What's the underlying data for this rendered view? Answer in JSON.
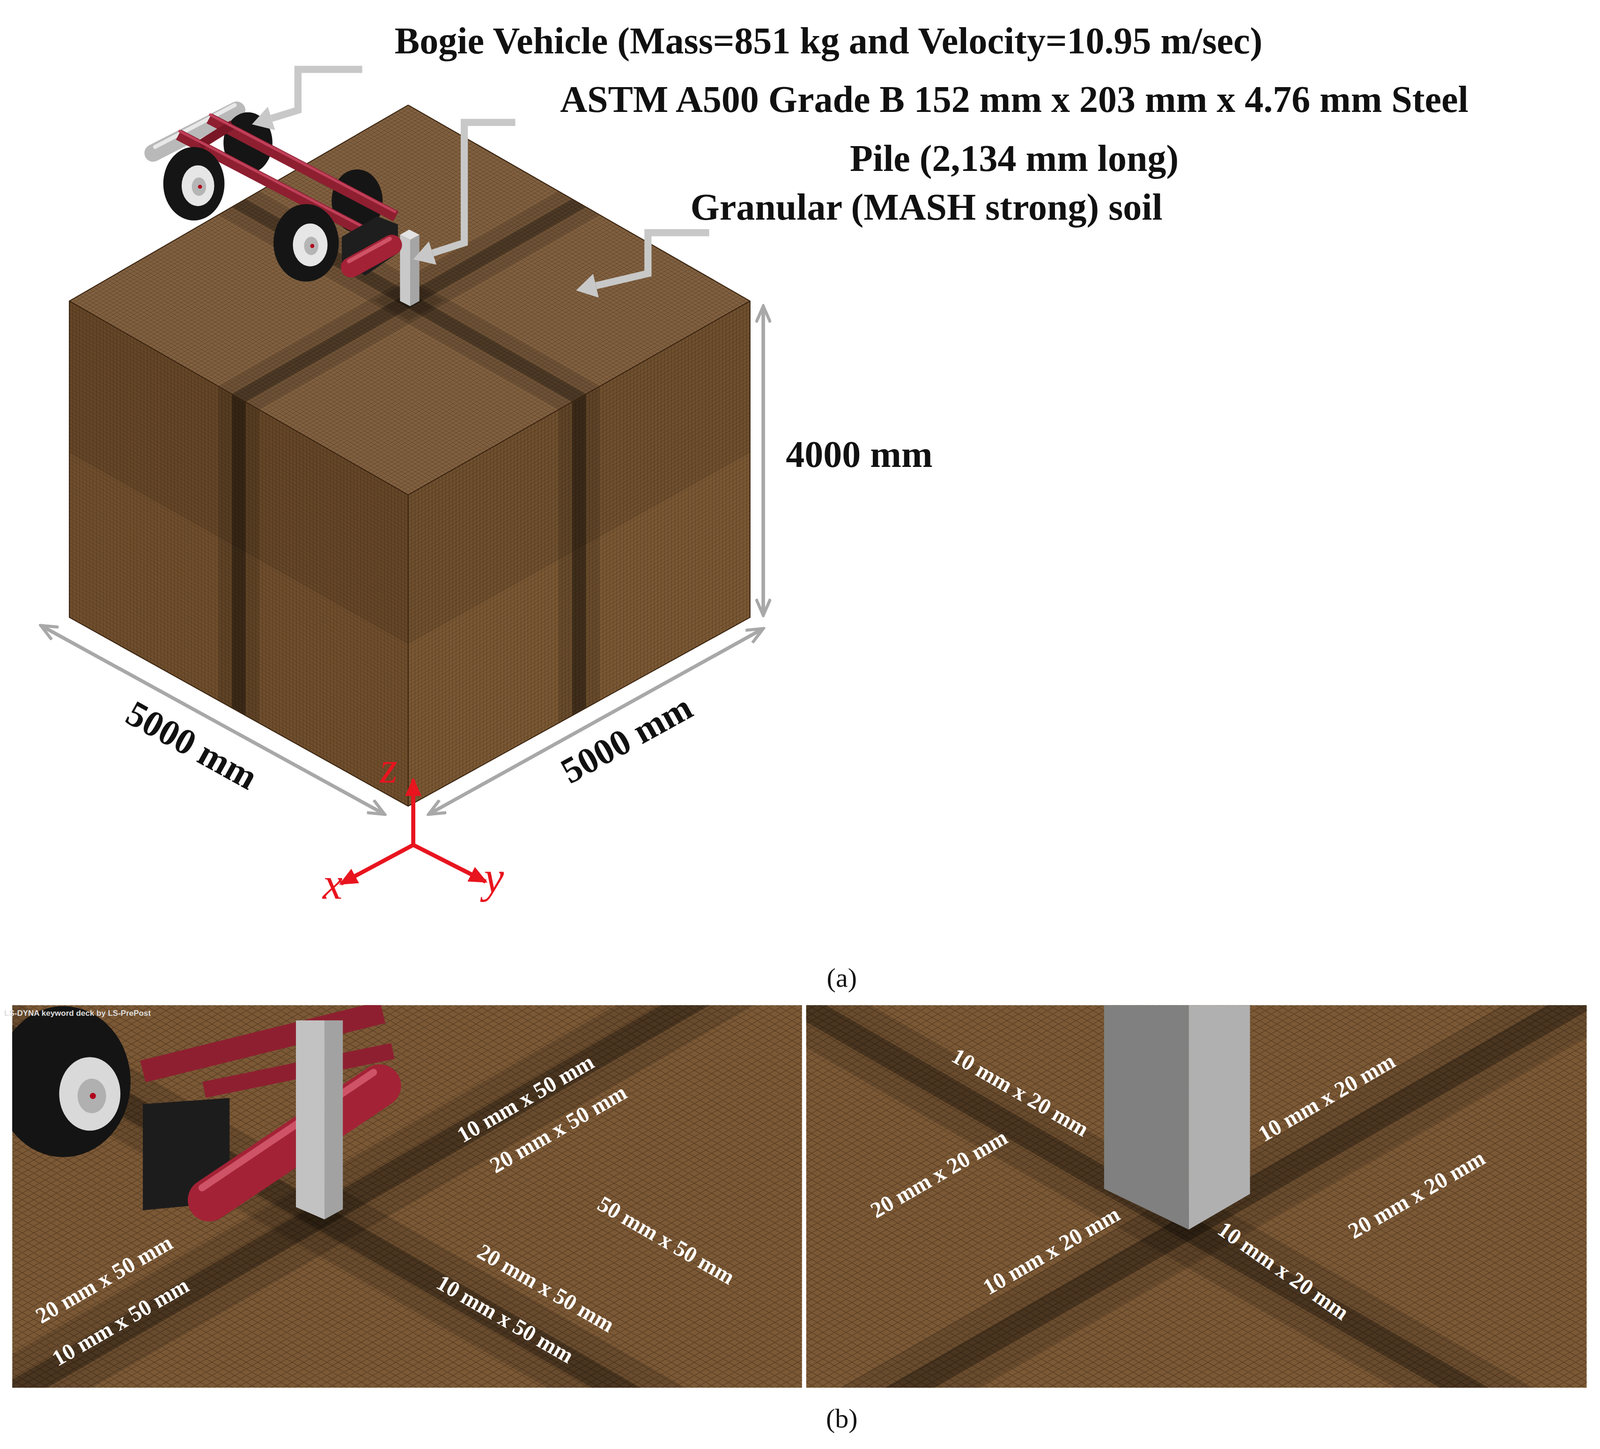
{
  "diagram": {
    "labels": [
      "Bogie Vehicle (Mass=851 kg and Velocity=10.95 m/sec)",
      "ASTM A500 Grade B 152 mm x 203 mm x 4.76 mm Steel Pile (2,134 mm long)",
      "Granular (MASH strong) soil",
      "4000 mm",
      "5000 mm",
      "5000 mm",
      "z",
      "x",
      "y",
      "(a)",
      "LS-DYNA keyword deck by LS-PrePost",
      "10 mm x 50 mm",
      "20 mm x 50 mm",
      "50 mm x 50 mm",
      "20 mm x 50 mm",
      "10 mm x 50 mm",
      "20 mm x 50 mm",
      "10 mm x 50 mm",
      "10 mm x 20 mm",
      "20 mm x 20 mm",
      "10 mm x 20 mm",
      "20 mm x 20 mm",
      "10 mm x 20 mm",
      "10 mm x 20 mm",
      "(b)"
    ]
  }
}
